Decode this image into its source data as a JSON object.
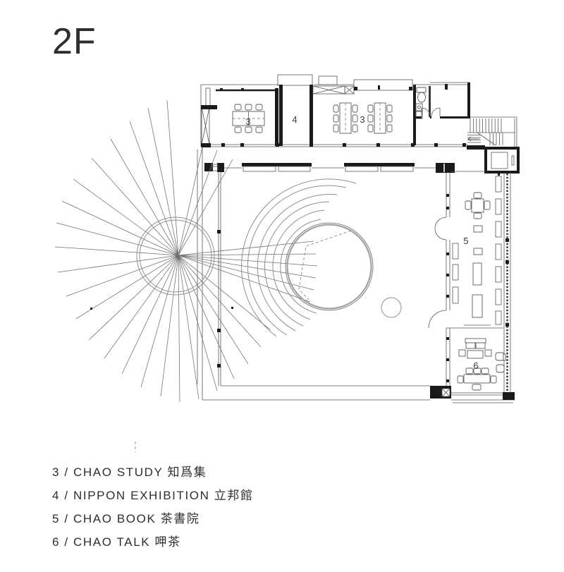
{
  "page": {
    "title": "2F"
  },
  "plan": {
    "rooms": [
      {
        "id": "study-left",
        "label": "3"
      },
      {
        "id": "exhibition",
        "label": "4"
      },
      {
        "id": "study-right",
        "label": "3"
      },
      {
        "id": "book",
        "label": "5"
      },
      {
        "id": "talk",
        "label": "6"
      }
    ],
    "colors": {
      "line": "#555555",
      "wall": "#1a1a1a",
      "soft": "#8f8f8f",
      "ink": "#2e2e2e",
      "paper": "#ffffff"
    }
  },
  "legend": {
    "items": [
      {
        "text": "3 / CHAO STUDY 知爲集"
      },
      {
        "text": "4 / NIPPON EXHIBITION 立邦館"
      },
      {
        "text": "5 / CHAO BOOK 茶書院"
      },
      {
        "text": "6 / CHAO TALK 呷茶"
      }
    ]
  }
}
